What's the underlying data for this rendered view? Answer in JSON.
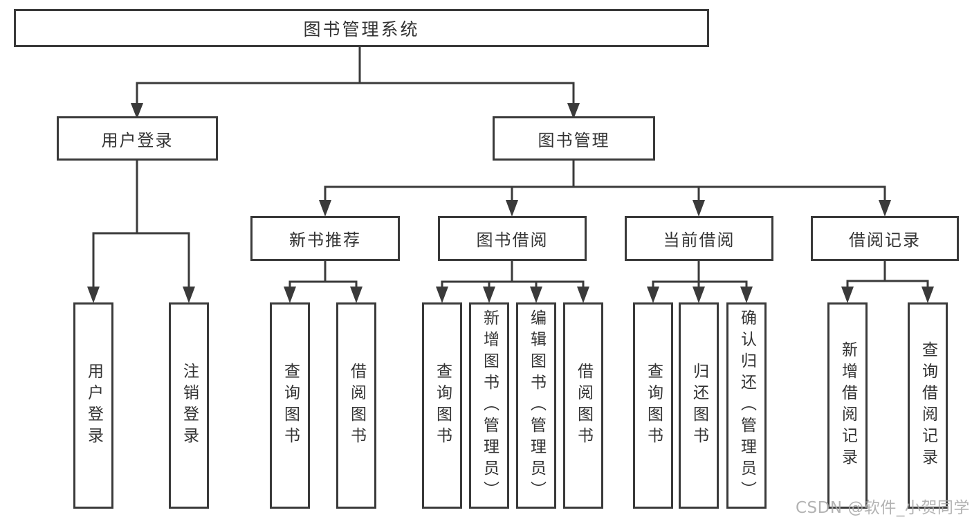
{
  "diagram": {
    "root": {
      "label": "图书管理系统"
    },
    "branches": [
      {
        "label": "用户登录",
        "children": [
          {
            "label": "用户登录"
          },
          {
            "label": "注销登录"
          }
        ]
      },
      {
        "label": "图书管理",
        "children": [
          {
            "label": "新书推荐",
            "children": [
              {
                "label": "查询图书"
              },
              {
                "label": "借阅图书"
              }
            ]
          },
          {
            "label": "图书借阅",
            "children": [
              {
                "label": "查询图书"
              },
              {
                "label": "新增图书（管理员）"
              },
              {
                "label": "编辑图书（管理员）"
              },
              {
                "label": "借阅图书"
              }
            ]
          },
          {
            "label": "当前借阅",
            "children": [
              {
                "label": "查询图书"
              },
              {
                "label": "归还图书"
              },
              {
                "label": "确认归还（管理员）"
              }
            ]
          },
          {
            "label": "借阅记录",
            "children": [
              {
                "label": "新增借阅记录"
              },
              {
                "label": "查询借阅记录"
              }
            ]
          }
        ]
      }
    ]
  },
  "watermark": {
    "text": "CSDN @软件_小贺同学"
  },
  "colors": {
    "line": "#3a3a3a",
    "box_border": "#3a3a3a",
    "text": "#333333",
    "watermark": "#a8a8a8",
    "background": "#ffffff"
  }
}
